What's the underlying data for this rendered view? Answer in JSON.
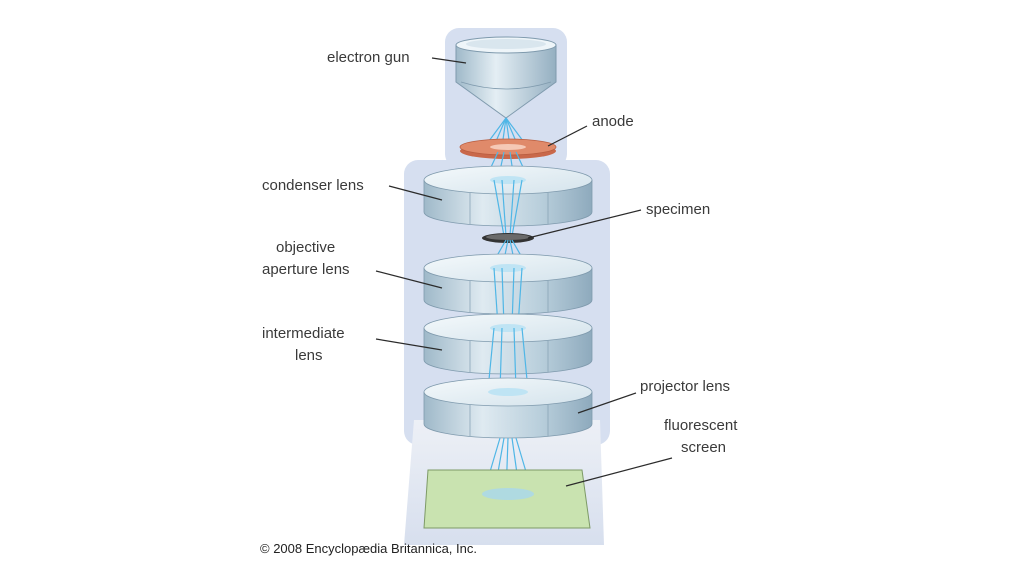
{
  "labels": {
    "electron_gun": "electron gun",
    "anode": "anode",
    "condenser_lens": "condenser lens",
    "specimen": "specimen",
    "objective_line1": "objective",
    "objective_line2": "aperture lens",
    "intermediate_line1": "intermediate",
    "intermediate_line2": "lens",
    "projector_lens": "projector lens",
    "fluorescent_line1": "fluorescent",
    "fluorescent_line2": "screen"
  },
  "copyright": "© 2008 Encyclopædia Britannica, Inc.",
  "colors": {
    "column": "#d6dff0",
    "lens_top": "#e8f1f6",
    "lens_side": "#b9cfdc",
    "beam": "#4fb6e6",
    "anode": "#e08a6a",
    "screen": "#c9e3b0"
  }
}
